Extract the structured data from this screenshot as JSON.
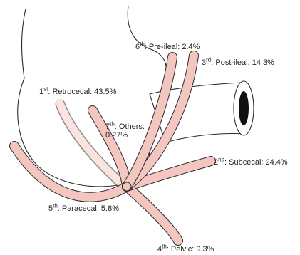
{
  "labels": {
    "retrocecal": {
      "ordinal_num": "1",
      "ordinal_suffix": "st",
      "text": ": Retrocecal: 43.5%"
    },
    "subcecal": {
      "ordinal_num": "2",
      "ordinal_suffix": "nd",
      "text": ": Subcecal: 24.4%"
    },
    "postileal": {
      "ordinal_num": "3",
      "ordinal_suffix": "rd",
      "text": ": Post-ileal: 14.3%"
    },
    "pelvic": {
      "ordinal_num": "4",
      "ordinal_suffix": "th",
      "text": ": Pelvic: 9.3%"
    },
    "paracecal": {
      "ordinal_num": "5",
      "ordinal_suffix": "th",
      "text": ": Paracecal: 5.8%"
    },
    "preileal": {
      "ordinal_num": "6",
      "ordinal_suffix": "th",
      "text": ": Pre-ileal: 2.4%"
    },
    "others": {
      "ordinal_num": "7",
      "ordinal_suffix": "th",
      "text": ": Others:",
      "value": "0.27%"
    }
  },
  "colors": {
    "appendix_fill": "#f4c6c0",
    "appendix_stroke": "#2a2a2a",
    "outline": "#2a2a2a",
    "lumen": "#111111"
  }
}
